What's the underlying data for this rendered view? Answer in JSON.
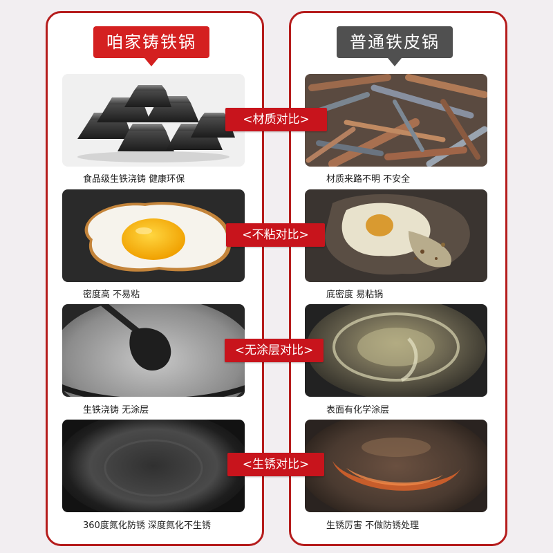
{
  "columns": {
    "left": {
      "title": "咱家铸铁锅",
      "color": "#d42020",
      "captions": [
        "食品级生铁浇铸 健康环保",
        "密度高 不易粘",
        "生铁浇铸 无涂层",
        "360度氮化防锈 深度氮化不生锈"
      ]
    },
    "right": {
      "title": "普通铁皮锅",
      "color": "#505050",
      "captions": [
        "材质来路不明 不安全",
        "底密度 易粘锅",
        "表面有化学涂层",
        "生锈厉害 不做防锈处理"
      ]
    }
  },
  "comparisons": [
    "<材质对比>",
    "<不粘对比>",
    "<无涂层对比>",
    "<生锈对比>"
  ],
  "colors": {
    "accent_red": "#c8141c",
    "panel_border": "#b51c1c",
    "background": "#f2eef1"
  }
}
